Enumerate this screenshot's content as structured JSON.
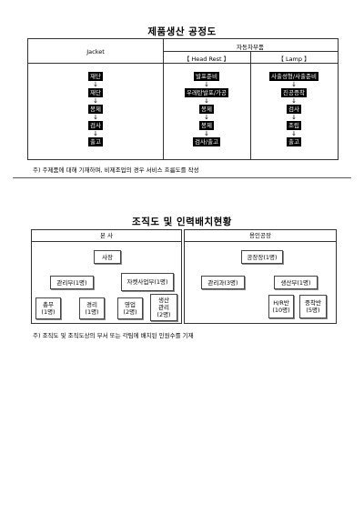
{
  "process": {
    "title": "제품생산 공정도",
    "header_auto_parts": "자동차부품",
    "columns": [
      {
        "name": "Jacket",
        "steps": [
          "재단",
          "재단",
          "봉제",
          "검사",
          "출고"
        ]
      },
      {
        "name": "【 Head Rest 】",
        "steps": [
          "발포준비",
          "우레탄발포/가공",
          "봉제",
          "봉제",
          "검사/출고"
        ]
      },
      {
        "name": "【 Lamp 】",
        "steps": [
          "사출성형/사출준비",
          "진공증착",
          "검사",
          "조립",
          "출고"
        ]
      }
    ],
    "arrow": "↓",
    "note": "주) 주제품에 대해 기재하며, 비제조업의 경우 서비스 흐름도를 작성"
  },
  "org": {
    "title": "조직도 및 인력배치현황",
    "hq": {
      "header": "본 사",
      "top": "사장",
      "mid": [
        "관리부(1명)",
        "자켓사업부(1명)"
      ],
      "bottom": [
        "총무\n(1명)",
        "경리\n(1명)",
        "영업\n(2명)",
        "생산\n관리\n(2명)"
      ]
    },
    "plant": {
      "header": "용인공장",
      "top": "공장장(1명)",
      "mid": [
        "관리과(3명)",
        "생산부(1명)"
      ],
      "bottom": [
        "H/R반\n(10명)",
        "중착반\n(5명)"
      ]
    },
    "note": "주) 조직도 및 조직도상의 부서 또는 각팀에 배치된 인원수를 기재"
  }
}
